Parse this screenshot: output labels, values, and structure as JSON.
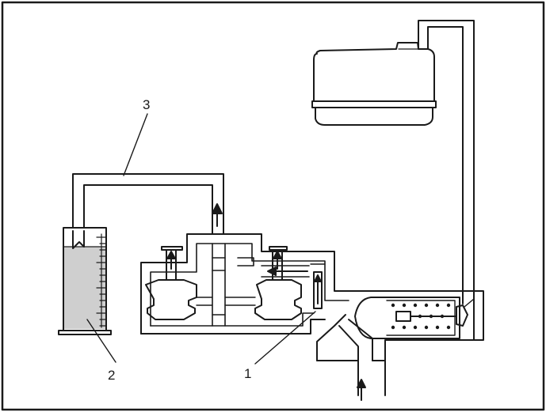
{
  "callouts": {
    "one": "1",
    "two": "2",
    "three": "3"
  },
  "colors": {
    "line": "#1a1a1a",
    "background": "#ffffff",
    "liquid": "#cfcfcf"
  }
}
